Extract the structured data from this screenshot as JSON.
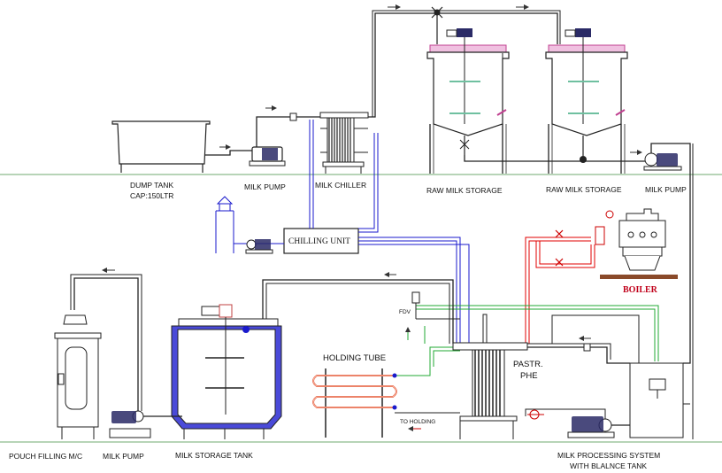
{
  "labels": {
    "dump_tank": "DUMP TANK",
    "dump_tank_cap": "CAP:150LTR",
    "milk_pump_1": "MILK PUMP",
    "milk_chiller": "MILK CHILLER",
    "raw_milk_storage_1": "RAW MILK STORAGE",
    "raw_milk_storage_2": "RAW MILK STORAGE",
    "milk_pump_2": "MILK PUMP",
    "chilling_unit": "CHILLING UNIT",
    "boiler": "BOILER",
    "holding_tube": "HOLDING TUBE",
    "fdv": "FDV",
    "pastr_phe_1": "PASTR.",
    "pastr_phe_2": "PHE",
    "to_holding": "TO HOLDING",
    "pouch_filling": "POUCH FILLING M/C",
    "milk_pump_3": "MILK PUMP",
    "milk_storage_tank": "MILK STORAGE TANK",
    "milk_processing_1": "MILK PROCESSING SYSTEM",
    "milk_processing_2": "WITH BLALNCE TANK"
  },
  "colors": {
    "pipe": "#222222",
    "chill": "#1a1acc",
    "steam": "#e00000",
    "hot": "#22aa33",
    "floor": "#6fa86f",
    "motor": "#2a2a66",
    "boiler_text": "#c0001a"
  }
}
